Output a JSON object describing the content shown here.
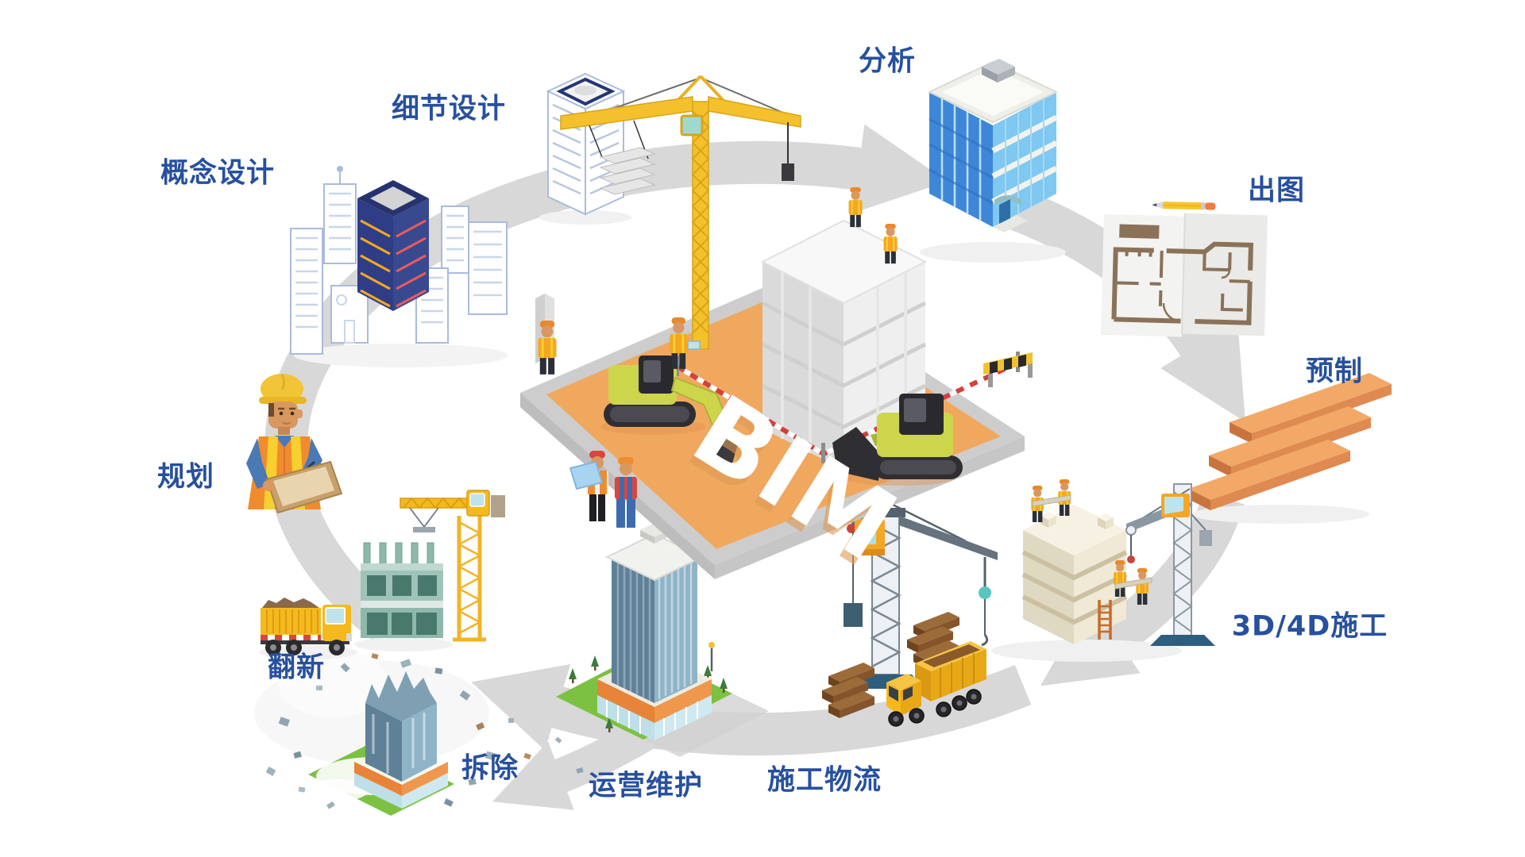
{
  "diagram": {
    "center_label": "BIM",
    "stages": [
      {
        "id": "planning",
        "label": "规划"
      },
      {
        "id": "concept-design",
        "label": "概念设计"
      },
      {
        "id": "detail-design",
        "label": "细节设计"
      },
      {
        "id": "analysis",
        "label": "分析"
      },
      {
        "id": "drawing-output",
        "label": "出图"
      },
      {
        "id": "prefabrication",
        "label": "预制"
      },
      {
        "id": "construction-3d4d",
        "label": "3D/4D施工"
      },
      {
        "id": "construction-logistics",
        "label": "施工物流"
      },
      {
        "id": "operation-maintenance",
        "label": "运营维护"
      },
      {
        "id": "demolition",
        "label": "拆除"
      },
      {
        "id": "renovation",
        "label": "翻新"
      }
    ],
    "colors": {
      "label_blue": "#27509E",
      "ring_gray": "#D8D8D8",
      "platform_orange": "#F0A85F",
      "lawn_green": "#7CC142",
      "crane_yellow": "#F4C12C",
      "vehicle_yellow": "#F5B91E",
      "plank_orange": "#F2A968",
      "lumber_brown": "#9C6B3A",
      "plan_line_brown": "#8A7258",
      "glass_blue": "#3E87D8",
      "teal_building": "#9FC3B8",
      "tower_blue_gray": "#5E8198",
      "navy_building": "#2E3D85"
    }
  }
}
